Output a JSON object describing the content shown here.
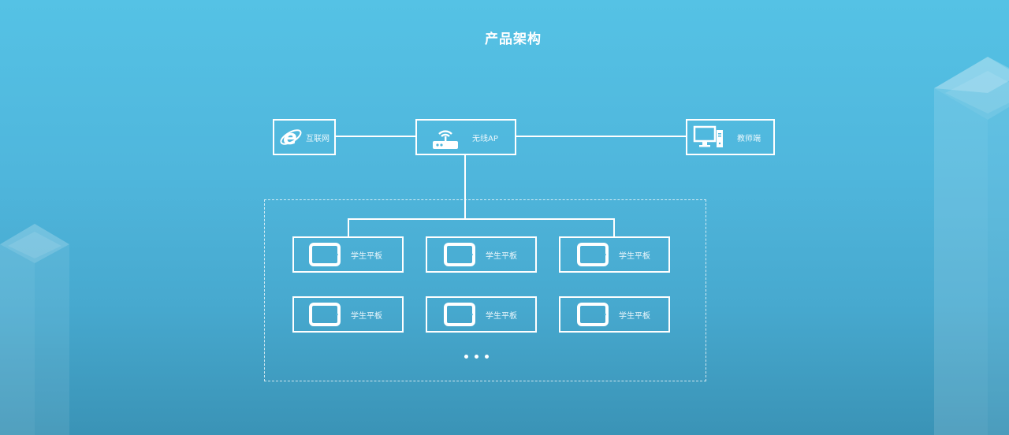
{
  "title": "产品架构",
  "nodes": {
    "internet": {
      "label": "互联网",
      "icon": "internet-explorer-icon"
    },
    "access_point": {
      "label": "无线AP",
      "icon": "wifi-router-icon"
    },
    "teacher": {
      "label": "教师端",
      "icon": "desktop-computer-icon"
    }
  },
  "student_group": {
    "tablets": [
      {
        "label": "学生平板",
        "icon": "tablet-icon"
      },
      {
        "label": "学生平板",
        "icon": "tablet-icon"
      },
      {
        "label": "学生平板",
        "icon": "tablet-icon"
      },
      {
        "label": "学生平板",
        "icon": "tablet-icon"
      },
      {
        "label": "学生平板",
        "icon": "tablet-icon"
      },
      {
        "label": "学生平板",
        "icon": "tablet-icon"
      }
    ],
    "more_indicator": "ellipsis"
  },
  "colors": {
    "background_top": "#55c2e5",
    "background_bottom": "#3a93b6",
    "stroke": "#ffffff"
  }
}
